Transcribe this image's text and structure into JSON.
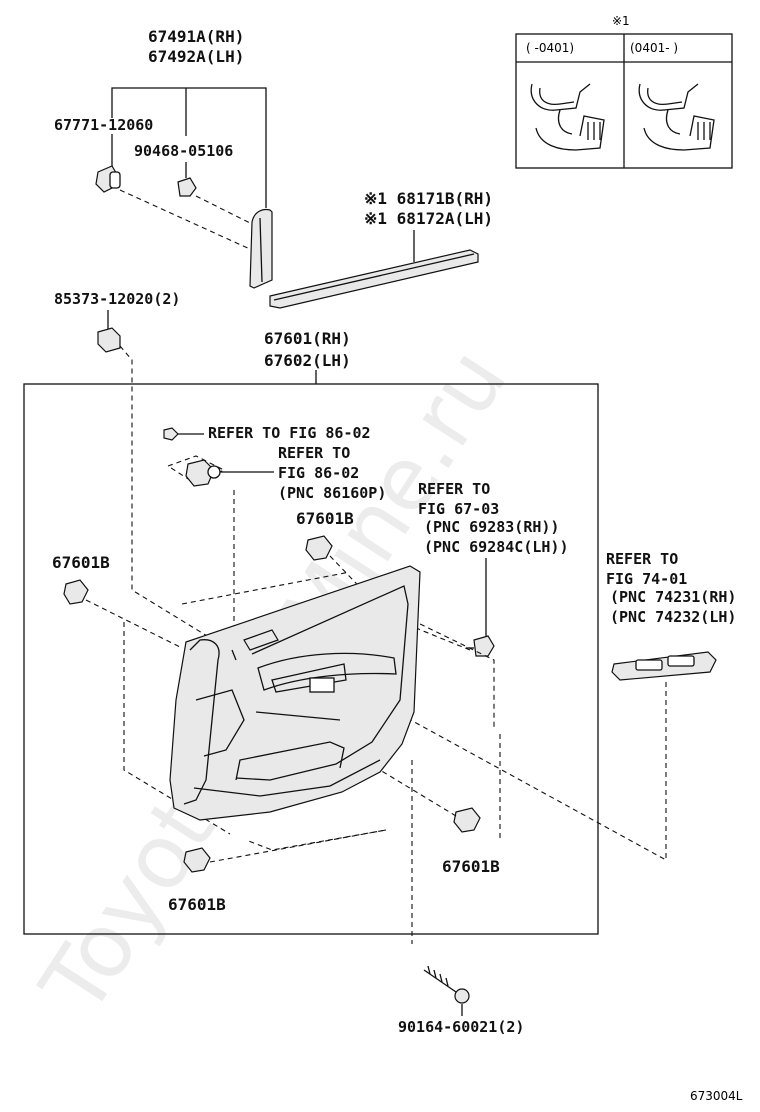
{
  "watermark": "ToyotaCarMine.ru",
  "figure_id": "673004L",
  "inset": {
    "symbol": "※1",
    "col_left": "(      -0401)",
    "col_right": "(0401-      )"
  },
  "labels": {
    "moulding_rh": "67491A(RH)",
    "moulding_lh": "67492A(LH)",
    "clip_a": "67771-12060",
    "clip_b": "90468-05106",
    "weatherstrip_rh": "※1 68171B(RH)",
    "weatherstrip_lh": "※1 68172A(LH)",
    "nut": "85373-12020(2)",
    "panel_rh": "67601(RH)",
    "panel_lh": "67602(LH)",
    "refer_86_02_a": "REFER TO FIG 86-02",
    "refer_86_02_b1": "REFER TO",
    "refer_86_02_b2": "FIG 86-02",
    "refer_86_02_b3": "(PNC 86160P)",
    "refer_67_03_1": "REFER TO",
    "refer_67_03_2": "FIG 67-03",
    "refer_67_03_3": "(PNC 69283(RH))",
    "refer_67_03_4": "(PNC 69284C(LH))",
    "refer_74_01_1": "REFER TO",
    "refer_74_01_2": "FIG 74-01",
    "refer_74_01_3": "(PNC 74231(RH)",
    "refer_74_01_4": "(PNC 74232(LH)",
    "clip_67601b": "67601B",
    "screw": "90164-60021(2)"
  }
}
